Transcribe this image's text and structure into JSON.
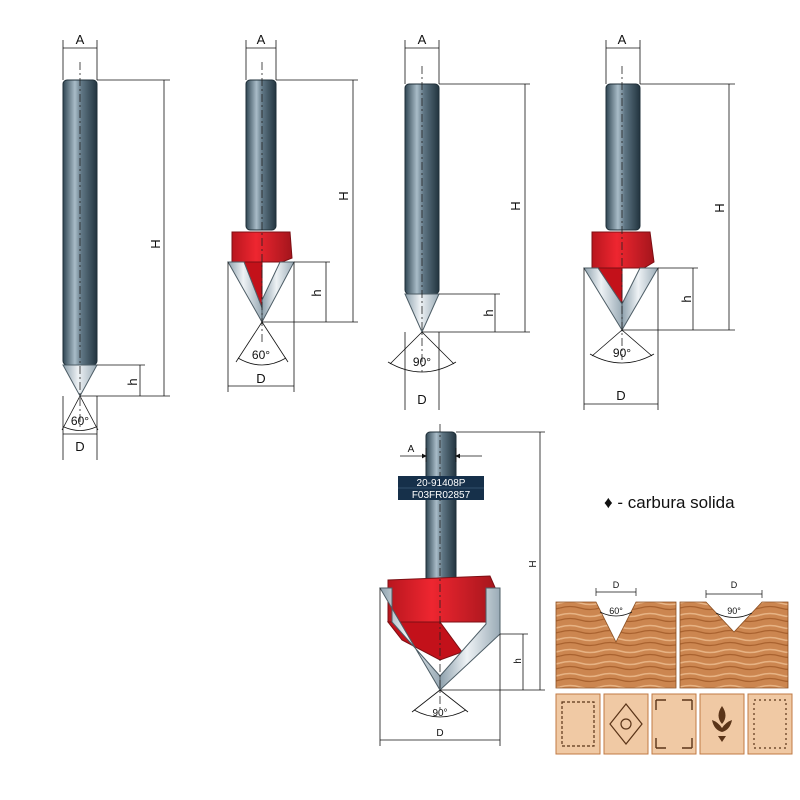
{
  "labels": {
    "A": "A",
    "H": "H",
    "h": "h",
    "D": "D",
    "angle60": "60°",
    "angle90": "90°"
  },
  "tag": {
    "line1": "20-91408P",
    "line2": "F03FR02857"
  },
  "legend": {
    "bullet": "♦",
    "text": " - carbura solida"
  },
  "colors": {
    "steel_dark": "#2f4552",
    "steel_light": "#a9bcc8",
    "carbide_light": "#e6ecf0",
    "carbide_dark": "#8ea1ad",
    "body_red": "#e5202b",
    "body_red_dark": "#a4151c",
    "tag_bg": "#16304a",
    "wood": "#c9834a",
    "wood_light": "#e4b184"
  },
  "icons": [
    "router-bit-60-solid",
    "router-bit-60-tipped",
    "router-bit-90-solid",
    "router-bit-90-tipped",
    "router-bit-90-large",
    "wood-groove-60",
    "wood-groove-90",
    "decor-pattern"
  ]
}
